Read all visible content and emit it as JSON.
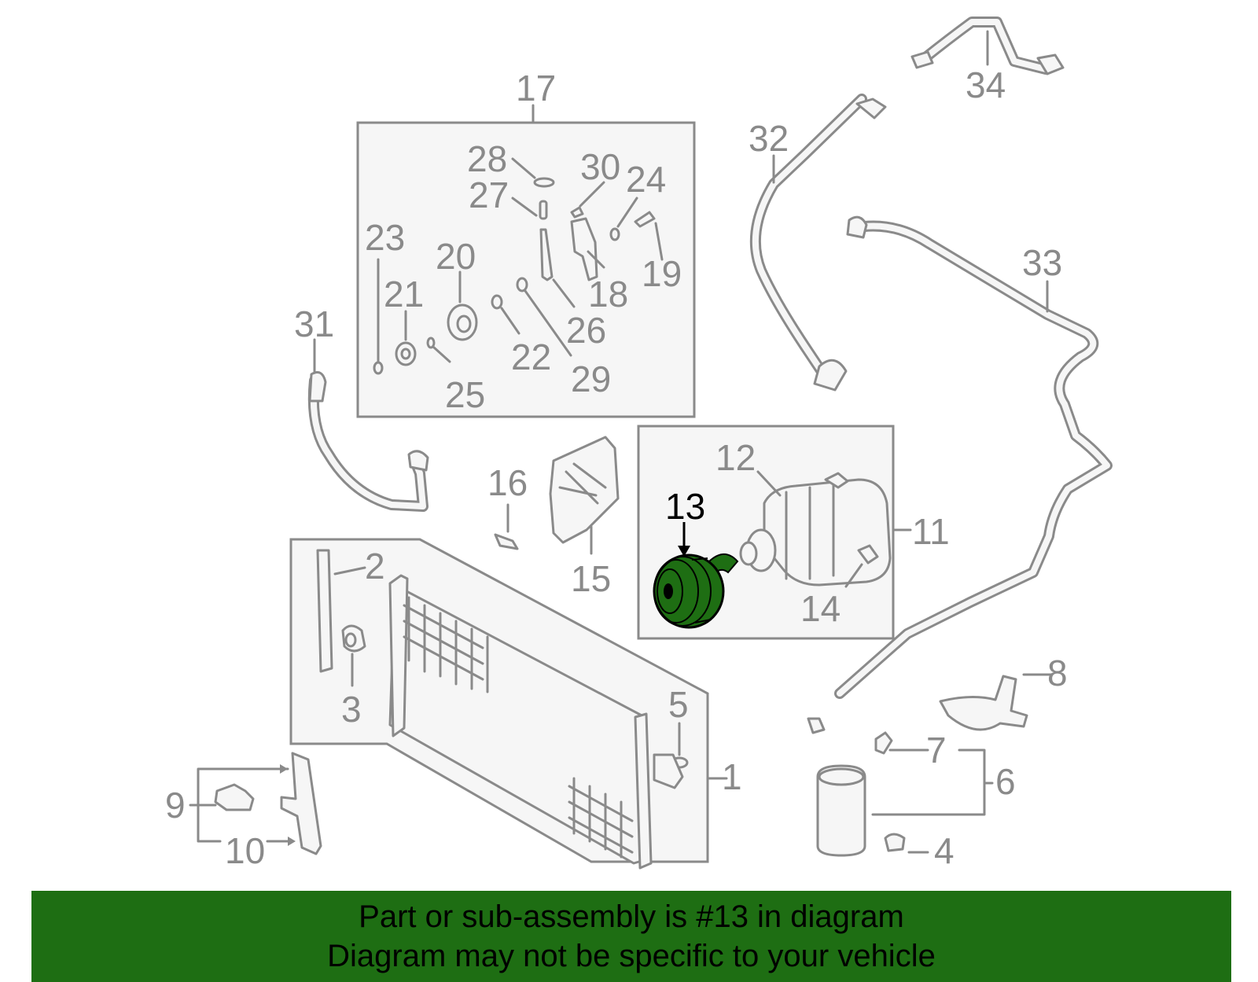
{
  "diagram": {
    "highlight_color": "#1e6e13",
    "line_color": "#8a8a8a",
    "highlighted_part": "13",
    "callouts": {
      "c1": "1",
      "c2": "2",
      "c3": "3",
      "c4": "4",
      "c5": "5",
      "c6": "6",
      "c7": "7",
      "c8": "8",
      "c9": "9",
      "c10": "10",
      "c11": "11",
      "c12": "12",
      "c13": "13",
      "c14": "14",
      "c15": "15",
      "c16": "16",
      "c17": "17",
      "c18": "18",
      "c19": "19",
      "c20": "20",
      "c21": "21",
      "c22": "22",
      "c23": "23",
      "c24": "24",
      "c25": "25",
      "c26": "26",
      "c27": "27",
      "c28": "28",
      "c29": "29",
      "c30": "30",
      "c31": "31",
      "c32": "32",
      "c33": "33",
      "c34": "34"
    }
  },
  "banner": {
    "line1": "Part or sub-assembly is #13 in diagram",
    "line2": "Diagram may not be specific to your vehicle",
    "background": "#1e6e13"
  }
}
